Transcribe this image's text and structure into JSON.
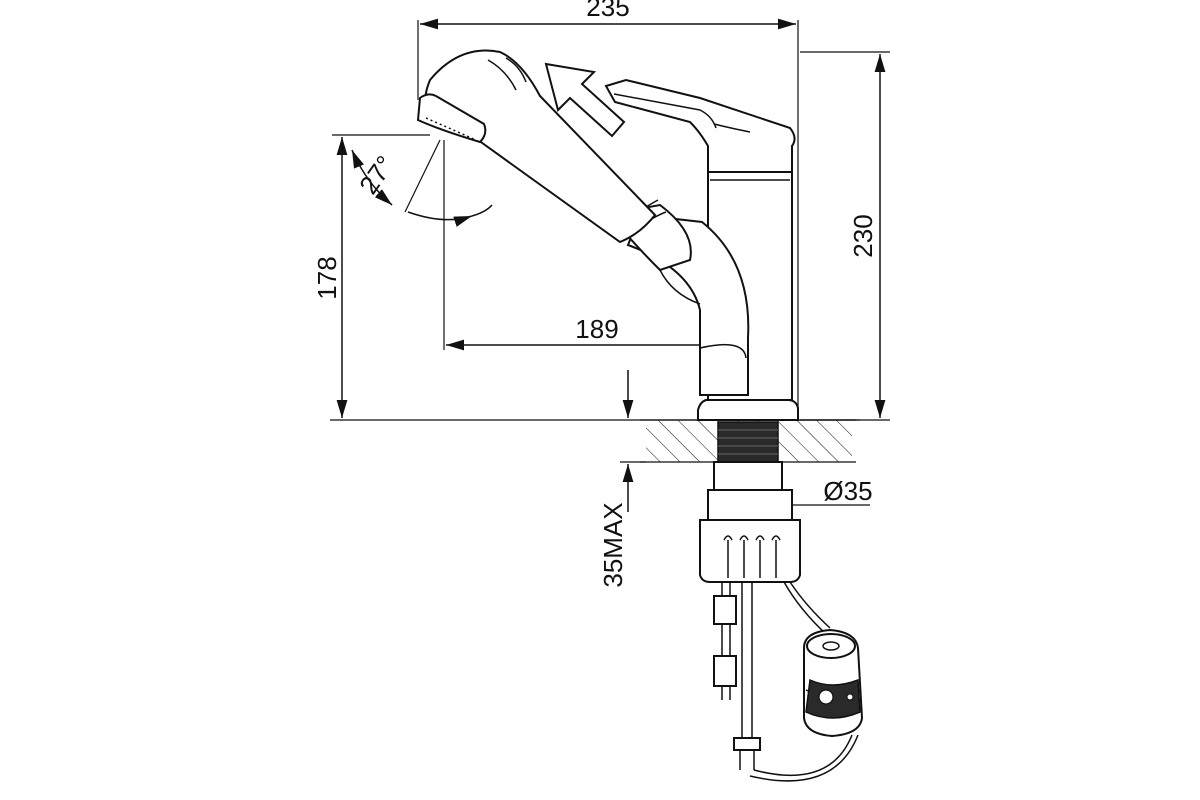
{
  "dimensions": {
    "width_total": "235",
    "height_total": "230",
    "spout_height": "178",
    "spout_reach": "189",
    "tilt_angle": "27°",
    "hole_diameter": "Ø35",
    "max_counter_thickness": "35MAX"
  },
  "colors": {
    "line": "#111111",
    "background": "#ffffff",
    "thread": "#2a2a2a"
  }
}
